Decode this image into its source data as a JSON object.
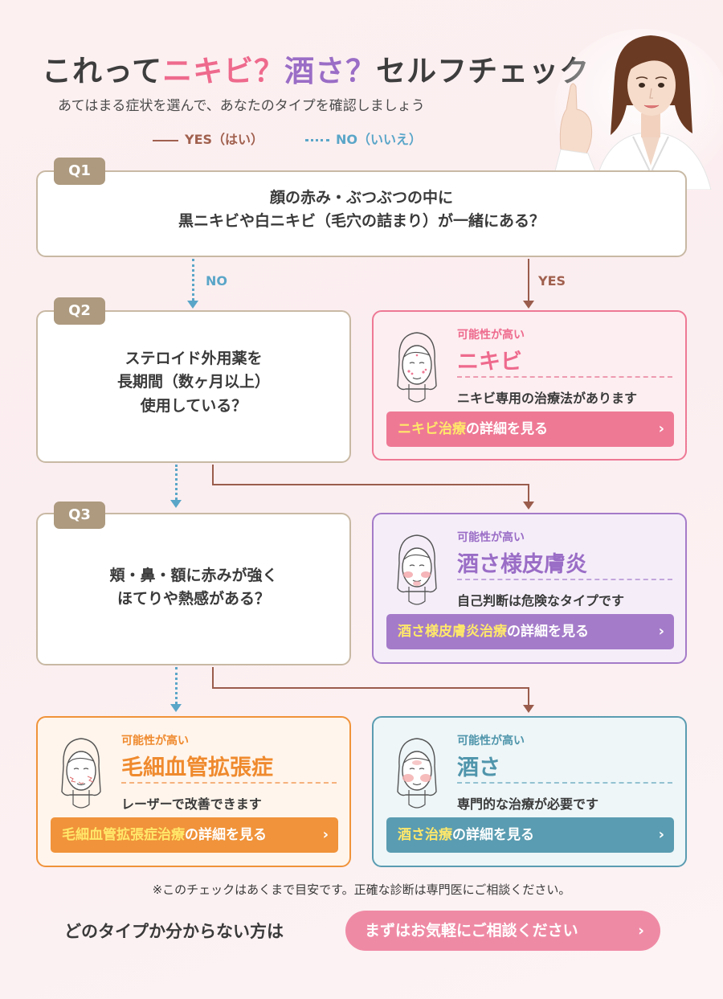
{
  "header": {
    "title_part1": "これって",
    "title_acne": "ニキビ",
    "title_q1": "？",
    "title_rosacea": "酒さ",
    "title_q2": "？",
    "title_part2": "セルフチェック",
    "subtitle": "あてはまる症状を選んで、あなたのタイプを確認しましょう"
  },
  "legend": {
    "yes_label": "YES（はい）",
    "no_label": "NO（いいえ）"
  },
  "questions": [
    {
      "tag": "Q1",
      "text": "顔の赤み・ぶつぶつの中に\n黒ニキビや白ニキビ（毛穴の詰まり）が一緒にある？"
    },
    {
      "tag": "Q2",
      "text": "ステロイド外用薬を\n長期間（数ヶ月以上）\n使用している？"
    },
    {
      "tag": "Q3",
      "text": "頬・鼻・額に赤みが強く\nほてりや熱感がある？"
    }
  ],
  "flow_labels": {
    "no": "NO",
    "yes": "YES"
  },
  "results": [
    {
      "small": "可能性が高い",
      "name": "ニキビ",
      "desc": "ニキビ専用の治療法があります",
      "btn_highlight": "ニキビ治療",
      "btn_rest": "の詳細を見る",
      "color": "#ee6a8d",
      "btn_color": "#ee7995"
    },
    {
      "small": "可能性が高い",
      "name": "酒さ様皮膚炎",
      "desc": "自己判断は危険なタイプです",
      "btn_highlight": "酒さ様皮膚炎治療",
      "btn_rest": "の詳細を見る",
      "color": "#9a6dc6",
      "btn_color": "#a47bc9"
    },
    {
      "small": "可能性が高い",
      "name": "毛細血管拡張症",
      "desc": "レーザーで改善できます",
      "btn_highlight": "毛細血管拡張症治療",
      "btn_rest": "の詳細を見る",
      "color": "#ef8a2e",
      "btn_color": "#f0933a"
    },
    {
      "small": "可能性が高い",
      "name": "酒さ",
      "desc": "専門的な治療が必要です",
      "btn_highlight": "酒さ治療",
      "btn_rest": "の詳細を見る",
      "color": "#4f95ab",
      "btn_color": "#5a9cb1"
    }
  ],
  "chevron": "›",
  "footer": {
    "disclaimer": "※このチェックはあくまで目安です。正確な診断は専門医にご相談ください。",
    "bottom_text": "どのタイプか分からない方は",
    "consult_label": "まずはお気軽にご相談ください"
  },
  "icons": [
    "doctor-illustration",
    "face-icon",
    "chevron-right-icon"
  ]
}
